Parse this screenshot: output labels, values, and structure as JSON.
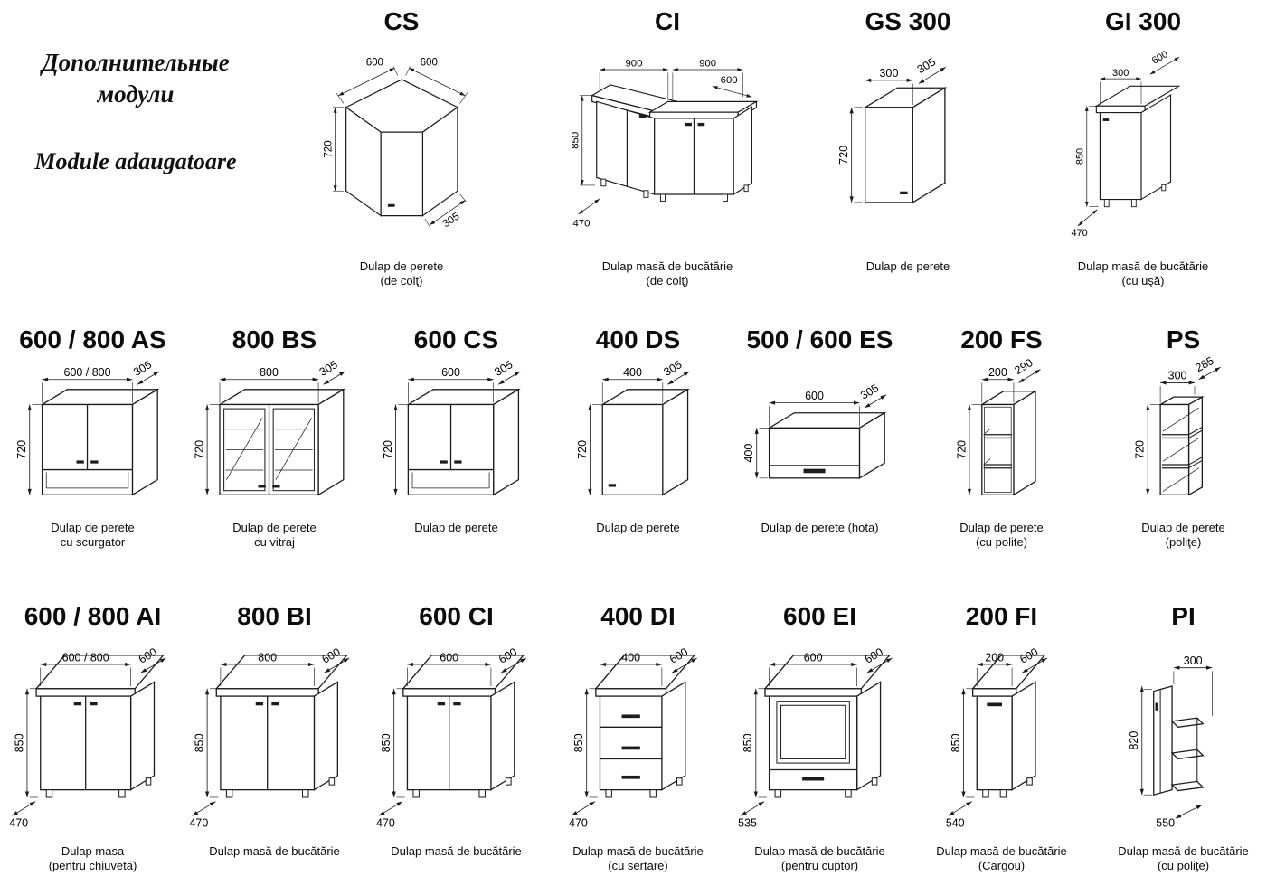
{
  "header": {
    "title_ru": "Дополнительные модули",
    "title_ro": "Module adaugatoare"
  },
  "rows": [
    {
      "id": "row-top",
      "cells": [
        {
          "id": "cs",
          "code": "CS",
          "shape": "corner-wall-cabinet",
          "dims": {
            "w1": "600",
            "w2": "600",
            "h": "720",
            "d": "305"
          },
          "caption": [
            "Dulap de perete",
            "(de colţ)"
          ]
        },
        {
          "id": "ci",
          "code": "CI",
          "shape": "corner-base-cabinet",
          "dims": {
            "w1": "900",
            "w2": "900",
            "d": "600",
            "h": "850",
            "floor": "470"
          },
          "caption": [
            "Dulap masă de bucătărie",
            "(de colţ)"
          ]
        },
        {
          "id": "gs300",
          "code": "GS 300",
          "shape": "wall-cabinet-single-door",
          "dims": {
            "w": "300",
            "d": "305",
            "h": "720"
          },
          "caption": [
            "Dulap de perete"
          ]
        },
        {
          "id": "gi300",
          "code": "GI 300",
          "shape": "base-cabinet-single-door",
          "dims": {
            "w": "300",
            "d": "600",
            "h": "850",
            "floor": "470"
          },
          "caption": [
            "Dulap masă de bucătărie",
            "(cu uşă)"
          ]
        }
      ]
    },
    {
      "id": "row-middle",
      "cells": [
        {
          "id": "as",
          "code": "600 / 800 AS",
          "shape": "wall-cabinet-two-doors-drainer",
          "dims": {
            "w": "600 / 800",
            "d": "305",
            "h": "720"
          },
          "caption": [
            "Dulap de perete",
            "cu scurgator"
          ]
        },
        {
          "id": "bs",
          "code": "800 BS",
          "shape": "wall-cabinet-glass-doors",
          "dims": {
            "w": "800",
            "d": "305",
            "h": "720"
          },
          "caption": [
            "Dulap de perete",
            "cu vitraj"
          ]
        },
        {
          "id": "cs600",
          "code": "600 CS",
          "shape": "wall-cabinet-two-doors",
          "dims": {
            "w": "600",
            "d": "305",
            "h": "720"
          },
          "caption": [
            "Dulap de perete"
          ]
        },
        {
          "id": "ds",
          "code": "400 DS",
          "shape": "wall-cabinet-single-door",
          "dims": {
            "w": "400",
            "d": "305",
            "h": "720"
          },
          "caption": [
            "Dulap de perete"
          ]
        },
        {
          "id": "es",
          "code": "500 / 600 ES",
          "shape": "hood-cabinet",
          "dims": {
            "w": "600",
            "d": "305",
            "h": "400"
          },
          "caption": [
            "Dulap de perete  (hota)"
          ]
        },
        {
          "id": "fs",
          "code": "200 FS",
          "shape": "open-shelf-unit",
          "dims": {
            "w": "200",
            "d": "290",
            "h": "720"
          },
          "caption": [
            "Dulap de perete",
            "(cu polite)"
          ]
        },
        {
          "id": "ps",
          "code": "PS",
          "shape": "end-shelf-unit",
          "dims": {
            "w": "300",
            "d": "285",
            "h": "720"
          },
          "caption": [
            "Dulap de perete",
            "(poliţe)"
          ]
        }
      ]
    },
    {
      "id": "row-bottom",
      "cells": [
        {
          "id": "ai",
          "code": "600 / 800 AI",
          "shape": "base-cabinet-two-doors",
          "dims": {
            "w": "600 / 800",
            "d": "600",
            "h": "850",
            "floor": "470"
          },
          "caption": [
            "Dulap masa",
            "(pentru chiuvetă)"
          ]
        },
        {
          "id": "bi",
          "code": "800 BI",
          "shape": "base-cabinet-two-doors",
          "dims": {
            "w": "800",
            "d": "600",
            "h": "850",
            "floor": "470"
          },
          "caption": [
            "Dulap masă de bucătărie"
          ]
        },
        {
          "id": "ci600",
          "code": "600 CI",
          "shape": "base-cabinet-two-doors",
          "dims": {
            "w": "600",
            "d": "600",
            "h": "850",
            "floor": "470"
          },
          "caption": [
            "Dulap masă de bucătărie"
          ]
        },
        {
          "id": "di",
          "code": "400 DI",
          "shape": "base-cabinet-drawers",
          "dims": {
            "w": "400",
            "d": "600",
            "h": "850",
            "floor": "470"
          },
          "caption": [
            "Dulap masă de bucătărie",
            "(cu sertare)"
          ]
        },
        {
          "id": "ei",
          "code": "600 EI",
          "shape": "base-cabinet-oven",
          "dims": {
            "w": "600",
            "d": "600",
            "h": "850",
            "floor": "535"
          },
          "caption": [
            "Dulap masă de bucătărie",
            "(pentru cuptor)"
          ]
        },
        {
          "id": "fi",
          "code": "200 FI",
          "shape": "base-cabinet-cargo",
          "dims": {
            "w": "200",
            "d": "600",
            "h": "850",
            "floor": "540"
          },
          "caption": [
            "Dulap masă de bucătărie",
            "(Cargou)"
          ]
        },
        {
          "id": "pi",
          "code": "PI",
          "shape": "end-base-unit",
          "dims": {
            "w": "300",
            "h": "820",
            "floor": "550"
          },
          "caption": [
            "Dulap masă de bucătărie",
            "(cu poliţe)"
          ]
        }
      ]
    }
  ]
}
